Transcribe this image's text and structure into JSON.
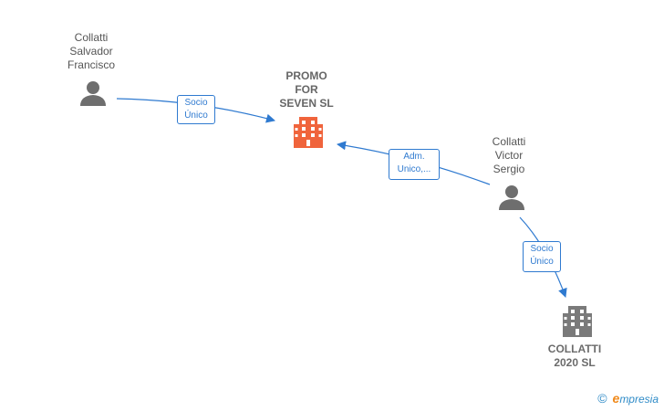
{
  "nodes": {
    "person_salvador": {
      "label": "Collatti\nSalvador\nFrancisco"
    },
    "company_promo": {
      "label": "PROMO\nFOR\nSEVEN  SL"
    },
    "person_victor": {
      "label": "Collatti\nVictor\nSergio"
    },
    "company_collatti": {
      "label": "COLLATTI\n2020  SL"
    }
  },
  "edges": {
    "salvador_to_promo": {
      "label": "Socio\nÚnico"
    },
    "victor_to_promo": {
      "label": "Adm.\nUnico,..."
    },
    "victor_to_collatti": {
      "label": "Socio\nÚnico"
    }
  },
  "colors": {
    "edge": "#2f7ad0",
    "person_icon": "#6e6e6e",
    "main_company_icon": "#f0643c",
    "company_icon": "#7a7a7a"
  },
  "footer": {
    "copyright": "©",
    "brand_first": "e",
    "brand_rest": "mpresia"
  }
}
